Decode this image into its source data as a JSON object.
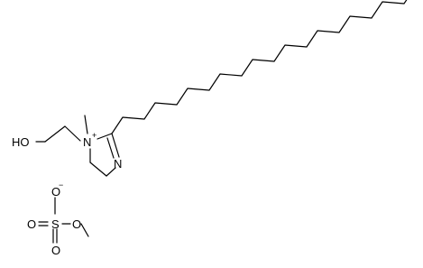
{
  "labels": {
    "ho": "HO",
    "n_plus": "N",
    "n_plus_charge": "+",
    "n_ring": "N",
    "o_minus_top": "O",
    "o_minus_charge": "−",
    "o_left": "O",
    "s": "S",
    "o_bottom": "O",
    "o_methyl": "O"
  },
  "colors": {
    "bond": "#000000",
    "text": "#000000",
    "background": "#ffffff"
  }
}
